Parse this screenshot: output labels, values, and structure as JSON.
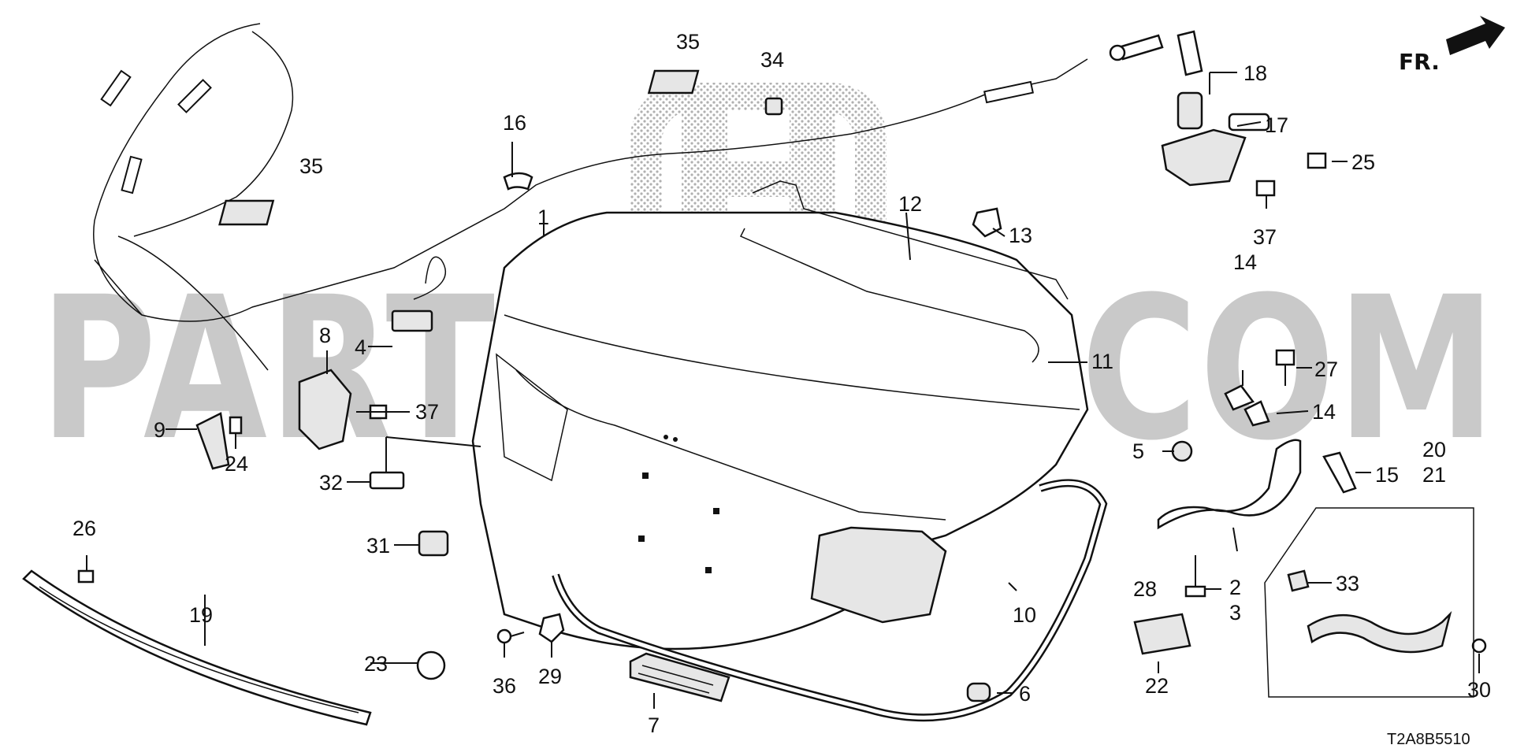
{
  "watermark": {
    "text": "PARTSOUQ.COM"
  },
  "direction_indicator": {
    "label": "FR."
  },
  "diagram_code": "T2A8B5510",
  "callouts": {
    "c1": "1",
    "c2": "2",
    "c3": "3",
    "c4": "4",
    "c5": "5",
    "c6": "6",
    "c7": "7",
    "c8": "8",
    "c9": "9",
    "c10": "10",
    "c11": "11",
    "c12": "12",
    "c13": "13",
    "c14a": "14",
    "c14b": "14",
    "c15": "15",
    "c16": "16",
    "c17": "17",
    "c18": "18",
    "c19": "19",
    "c20": "20",
    "c21": "21",
    "c22": "22",
    "c23": "23",
    "c24": "24",
    "c25": "25",
    "c26": "26",
    "c27": "27",
    "c28": "28",
    "c29": "29",
    "c30": "30",
    "c31": "31",
    "c32": "32",
    "c33": "33",
    "c34": "34",
    "c35a": "35",
    "c35b": "35",
    "c36": "36",
    "c37a": "37",
    "c37b": "37"
  },
  "colors": {
    "line": "#111111",
    "watermark": "#c9c9c9",
    "background": "#ffffff"
  }
}
